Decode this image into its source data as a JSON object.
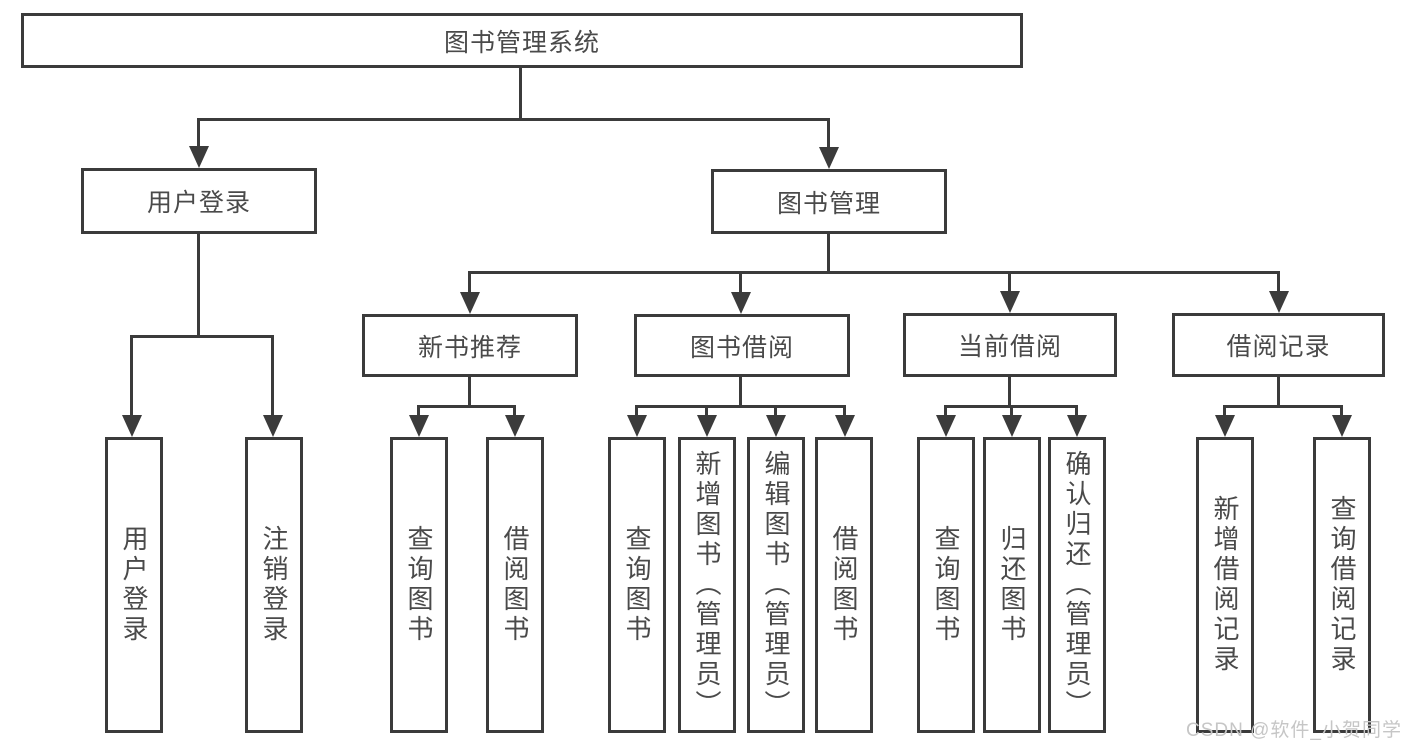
{
  "colors": {
    "line": "#3b3b3b",
    "text": "#4a4a4a",
    "box-bg": "#ffffff",
    "watermark": "#c6c6c6"
  },
  "watermark": {
    "text": "CSDN @软件_小贺同学"
  },
  "tree": {
    "label": "图书管理系统",
    "children": [
      {
        "label": "用户登录",
        "children": [
          {
            "label": "用户登录"
          },
          {
            "label": "注销登录"
          }
        ]
      },
      {
        "label": "图书管理",
        "children": [
          {
            "label": "新书推荐",
            "children": [
              {
                "label": "查询图书"
              },
              {
                "label": "借阅图书"
              }
            ]
          },
          {
            "label": "图书借阅",
            "children": [
              {
                "label": "查询图书"
              },
              {
                "label": "新增图书（管理员）"
              },
              {
                "label": "编辑图书（管理员）"
              },
              {
                "label": "借阅图书"
              }
            ]
          },
          {
            "label": "当前借阅",
            "children": [
              {
                "label": "查询图书"
              },
              {
                "label": "归还图书"
              },
              {
                "label": "确认归还（管理员）"
              }
            ]
          },
          {
            "label": "借阅记录",
            "children": [
              {
                "label": "新增借阅记录"
              },
              {
                "label": "查询借阅记录"
              }
            ]
          }
        ]
      }
    ]
  }
}
